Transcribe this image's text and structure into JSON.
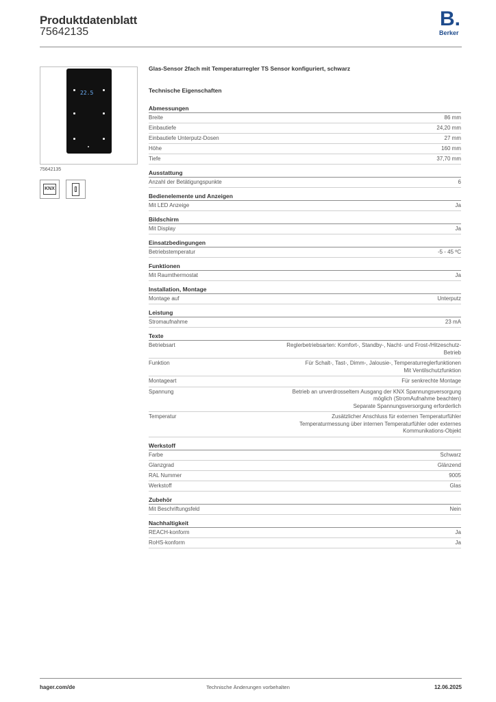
{
  "header": {
    "title": "Produktdatenblatt",
    "article_number": "75642135",
    "logo_letter": "B.",
    "logo_text": "Berker"
  },
  "image": {
    "caption": "75642135",
    "device_display": "22.5",
    "icons": [
      "knx-icon",
      "flush-mount-icon"
    ],
    "knx_label": "KNX"
  },
  "product_title": "Glas-Sensor 2fach mit Temperaturregler TS Sensor konfiguriert, schwarz",
  "section_heading": "Technische Eigenschaften",
  "groups": [
    {
      "title": "Abmessungen",
      "rows": [
        {
          "label": "Breite",
          "value": "86 mm"
        },
        {
          "label": "Einbautiefe",
          "value": "24,20 mm"
        },
        {
          "label": "Einbautiefe Unterputz-Dosen",
          "value": "27 mm"
        },
        {
          "label": "Höhe",
          "value": "160 mm"
        },
        {
          "label": "Tiefe",
          "value": "37,70 mm"
        }
      ]
    },
    {
      "title": "Ausstattung",
      "rows": [
        {
          "label": "Anzahl der Betätigungspunkte",
          "value": "6"
        }
      ]
    },
    {
      "title": "Bedienelemente und Anzeigen",
      "rows": [
        {
          "label": "Mit LED Anzeige",
          "value": "Ja"
        }
      ]
    },
    {
      "title": "Bildschirm",
      "rows": [
        {
          "label": "Mit Display",
          "value": "Ja"
        }
      ]
    },
    {
      "title": "Einsatzbedingungen",
      "rows": [
        {
          "label": "Betriebstemperatur",
          "value": "-5 - 45 ºC"
        }
      ]
    },
    {
      "title": "Funktionen",
      "rows": [
        {
          "label": "Mit Raumthermostat",
          "value": "Ja"
        }
      ]
    },
    {
      "title": "Installation, Montage",
      "rows": [
        {
          "label": "Montage auf",
          "value": "Unterputz"
        }
      ]
    },
    {
      "title": "Leistung",
      "rows": [
        {
          "label": "Stromaufnahme",
          "value": "23 mA"
        }
      ]
    },
    {
      "title": "Texte",
      "rows": [
        {
          "label": "Betriebsart",
          "lines": [
            "Reglerbetriebsarten: Komfort-, Standby-, Nacht- und Frost-/Hitzeschutz-",
            "Betrieb"
          ]
        },
        {
          "label": "Funktion",
          "lines": [
            "Für Schalt-, Tast-, Dimm-, Jalousie-, Temperaturreglerfunktionen",
            "Mit Ventilschutzfunktion"
          ]
        },
        {
          "label": "Montageart",
          "lines": [
            "Für senkrechte Montage"
          ]
        },
        {
          "label": "Spannung",
          "lines": [
            "Betrieb an unverdrosseltem Ausgang der KNX Spannungsversorgung",
            "möglich (StromAufnahme beachten)",
            "Separate Spannungsversorgung erforderlich"
          ]
        },
        {
          "label": "Temperatur",
          "lines": [
            "Zusätzlicher Anschluss für externen Temperaturfühler",
            "Temperaturmessung über internen Temperaturfühler oder externes",
            "Kommunikations-Objekt"
          ]
        }
      ]
    },
    {
      "title": "Werkstoff",
      "rows": [
        {
          "label": "Farbe",
          "value": "Schwarz"
        },
        {
          "label": "Glanzgrad",
          "value": "Glänzend"
        },
        {
          "label": "RAL Nummer",
          "value": "9005"
        },
        {
          "label": "Werkstoff",
          "value": "Glas"
        }
      ]
    },
    {
      "title": "Zubehör",
      "rows": [
        {
          "label": "Mit Beschriftungsfeld",
          "value": "Nein"
        }
      ]
    },
    {
      "title": "Nachhaltigkeit",
      "rows": [
        {
          "label": "REACH-konform",
          "value": "Ja"
        },
        {
          "label": "RoHS-konform",
          "value": "Ja"
        }
      ]
    }
  ],
  "footer": {
    "left": "hager.com/de",
    "center": "Technische Änderungen vorbehalten",
    "right": "12.06.2025"
  }
}
